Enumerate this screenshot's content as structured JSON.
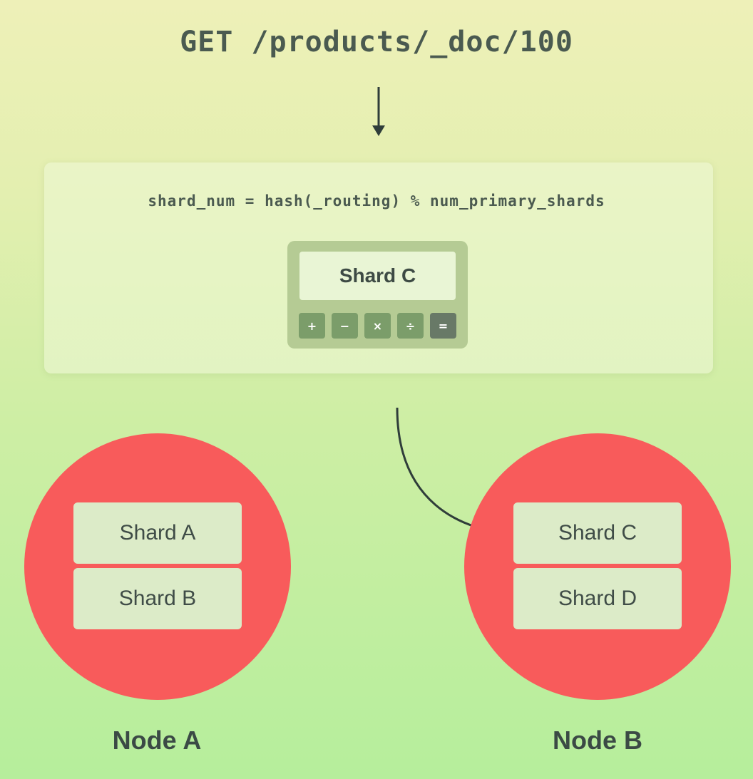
{
  "request": {
    "text": "GET /products/_doc/100"
  },
  "formula": {
    "text": "shard_num = hash(_routing) % num_primary_shards"
  },
  "calculator": {
    "display": "Shard C",
    "keys": [
      "+",
      "−",
      "×",
      "÷",
      "="
    ]
  },
  "nodes": [
    {
      "label": "Node A",
      "shards": [
        "Shard A",
        "Shard B"
      ]
    },
    {
      "label": "Node B",
      "shards": [
        "Shard C",
        "Shard D"
      ]
    }
  ],
  "colors": {
    "node_fill": "#f85b5b",
    "shard_fill": "#dcebc8",
    "calculator_body": "#b5cb94",
    "calculator_key": "#7b9d6a",
    "arrow": "#2f3d3a"
  }
}
